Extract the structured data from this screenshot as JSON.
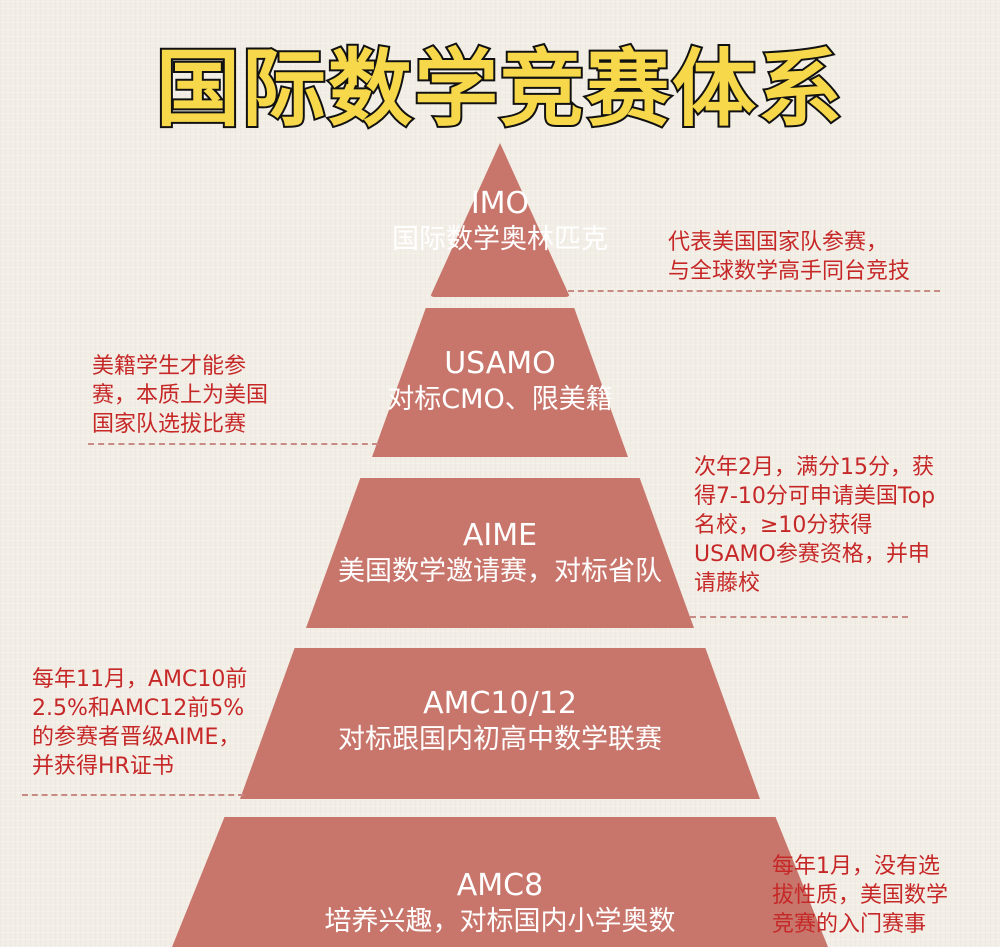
{
  "title": "国际数学竞赛体系",
  "tiers": [
    {
      "id": "imo",
      "name": "IMO",
      "desc": "国际数学奥林匹克"
    },
    {
      "id": "usamo",
      "name": "USAMO",
      "desc": "对标CMO、限美籍"
    },
    {
      "id": "aime",
      "name": "AIME",
      "desc": "美国数学邀请赛，对标省队"
    },
    {
      "id": "amc1012",
      "name": "AMC10/12",
      "desc": "对标跟国内初高中数学联赛"
    },
    {
      "id": "amc8",
      "name": "AMC8",
      "desc": "培养兴趣，对标国内小学奥数"
    }
  ],
  "notes": {
    "imo": [
      "代表美国国家队参赛，",
      "与全球数学高手同台竞技"
    ],
    "usamo": [
      "美籍学生才能参",
      "赛，本质上为美国",
      "国家队选拔比赛"
    ],
    "aime": [
      "次年2月，满分15分，获",
      "得7-10分可申请美国Top",
      "名校，≥10分获得",
      "USAMO参赛资格，并申",
      "请藤校"
    ],
    "amc1012": [
      "每年11月，AMC10前",
      "2.5%和AMC12前5%",
      "的参赛者晋级AIME，",
      "并获得HR证书"
    ],
    "amc8": [
      "每年1月，没有选",
      "拔性质，美国数学",
      "竞赛的入门赛事"
    ]
  },
  "colors": {
    "tier_fill": "#c8766b",
    "note_text": "#c62828",
    "title_fill": "#f6d84a",
    "title_stroke": "#111111"
  }
}
